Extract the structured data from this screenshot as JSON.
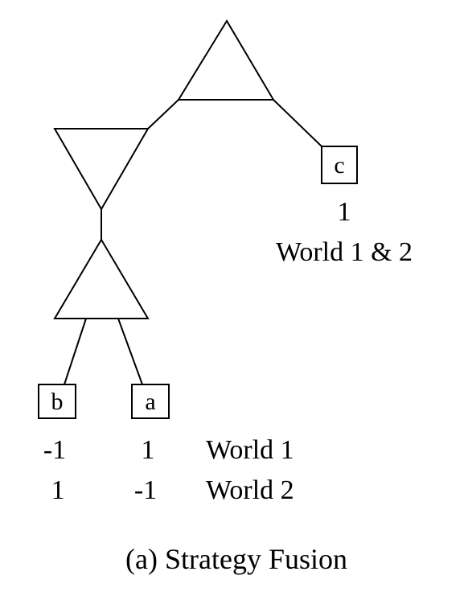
{
  "diagram": {
    "leaves": {
      "c": {
        "label": "c",
        "value": "1",
        "world": "World 1 & 2"
      },
      "b": {
        "label": "b",
        "world1_value": "-1",
        "world2_value": "1"
      },
      "a": {
        "label": "a",
        "world1_value": "1",
        "world2_value": "-1"
      }
    },
    "world1_label": "World 1",
    "world2_label": "World 2",
    "caption": "(a) Strategy Fusion"
  }
}
